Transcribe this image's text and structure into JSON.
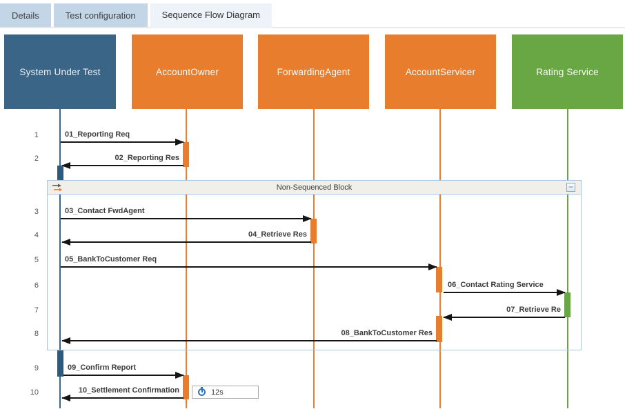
{
  "tabs": [
    {
      "label": "Details",
      "active": false
    },
    {
      "label": "Test configuration",
      "active": false
    },
    {
      "label": "Sequence Flow Diagram",
      "active": true
    }
  ],
  "lifelines": [
    {
      "name": "System Under Test",
      "color": "#3a6587"
    },
    {
      "name": "AccountOwner",
      "color": "#e87d2d"
    },
    {
      "name": "ForwardingAgent",
      "color": "#e87d2d"
    },
    {
      "name": "AccountServicer",
      "color": "#e87d2d"
    },
    {
      "name": "Rating Service",
      "color": "#69a744"
    }
  ],
  "block": {
    "title": "Non-Sequenced Block",
    "collapse_icon": "−"
  },
  "messages": [
    {
      "num": "1",
      "label": "01_Reporting Req",
      "from": "System Under Test",
      "to": "AccountOwner",
      "direction": "right"
    },
    {
      "num": "2",
      "label": "02_Reporting Res",
      "from": "AccountOwner",
      "to": "System Under Test",
      "direction": "left"
    },
    {
      "num": "3",
      "label": "03_Contact FwdAgent",
      "from": "System Under Test",
      "to": "ForwardingAgent",
      "direction": "right"
    },
    {
      "num": "4",
      "label": "04_Retrieve Res",
      "from": "ForwardingAgent",
      "to": "System Under Test",
      "direction": "left"
    },
    {
      "num": "5",
      "label": "05_BankToCustomer Req",
      "from": "System Under Test",
      "to": "AccountServicer",
      "direction": "right"
    },
    {
      "num": "6",
      "label": "06_Contact Rating Service",
      "from": "AccountServicer",
      "to": "Rating Service",
      "direction": "right"
    },
    {
      "num": "7",
      "label": "07_Retrieve Re",
      "from": "Rating Service",
      "to": "AccountServicer",
      "direction": "left"
    },
    {
      "num": "8",
      "label": "08_BankToCustomer Res",
      "from": "AccountServicer",
      "to": "System Under Test",
      "direction": "left"
    },
    {
      "num": "9",
      "label": "09_Confirm Report",
      "from": "System Under Test",
      "to": "AccountOwner",
      "direction": "right"
    },
    {
      "num": "10",
      "label": "10_Settlement Confirmation",
      "from": "AccountOwner",
      "to": "System Under Test",
      "direction": "left"
    }
  ],
  "timer": {
    "duration": "12s"
  },
  "colors": {
    "sut_fill": "#3a6587",
    "actor_fill": "#e87d2d",
    "service_fill": "#69a744",
    "tab_inactive": "#c3d6e8",
    "tab_active": "#eef3fa",
    "block_border": "#a9c7e0",
    "block_header_bg": "#f0efea",
    "arrow": "#141414",
    "timer_icon": "#2e74b5"
  }
}
